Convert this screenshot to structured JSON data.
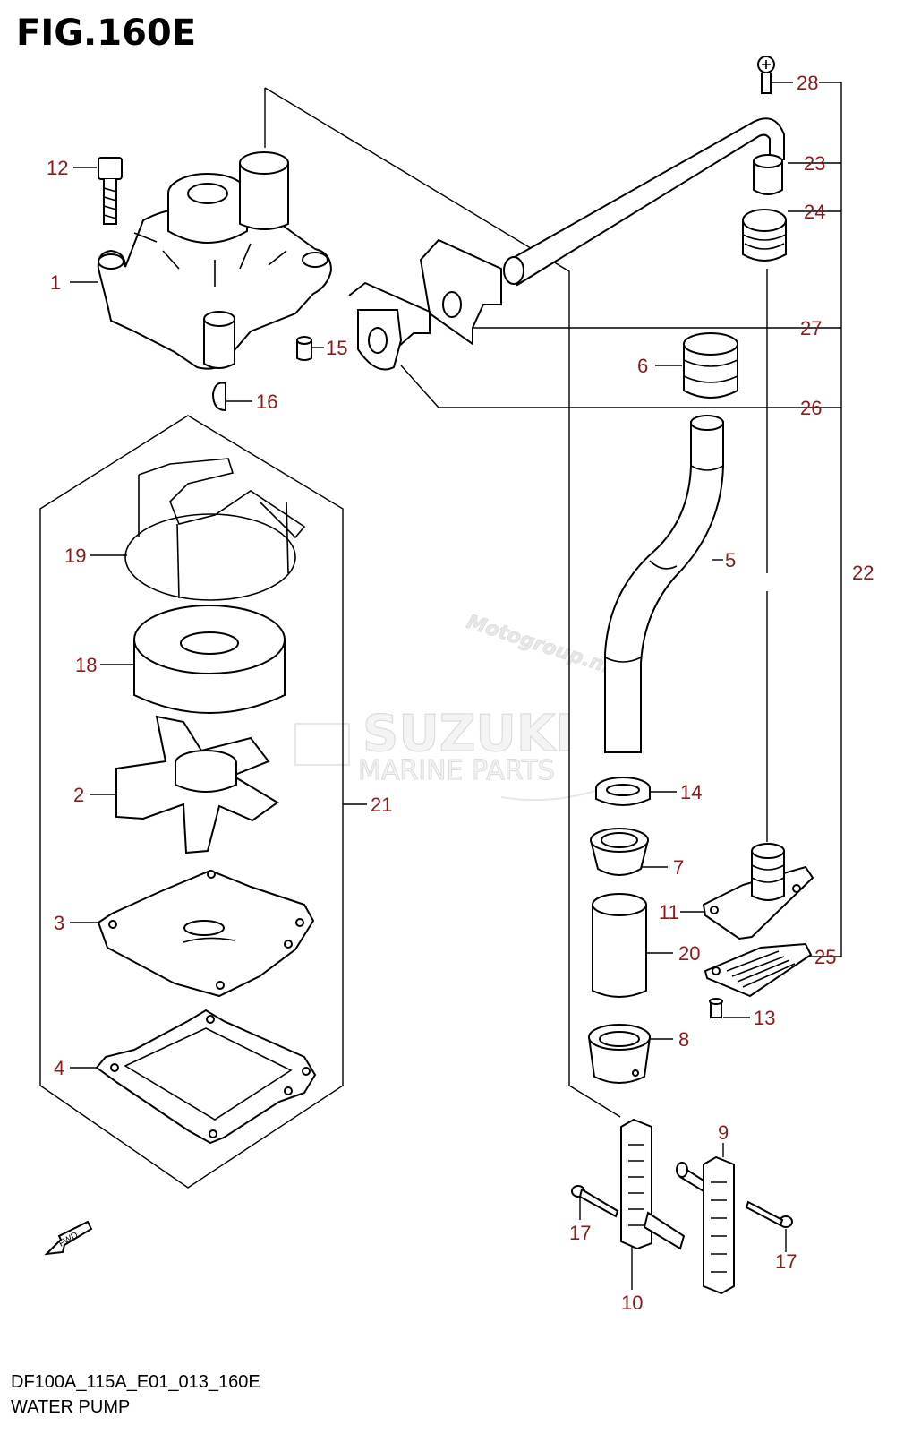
{
  "figure": {
    "title": "FIG.160E",
    "code": "DF100A_115A_E01_013_160E",
    "caption": "WATER PUMP"
  },
  "callouts": [
    "12",
    "1",
    "15",
    "16",
    "19",
    "18",
    "2",
    "21",
    "3",
    "4",
    "28",
    "23",
    "24",
    "27",
    "6",
    "26",
    "5",
    "22",
    "14",
    "7",
    "11",
    "20",
    "25",
    "13",
    "8",
    "9",
    "17",
    "10",
    "17"
  ],
  "fwd_label": "FWD",
  "watermark": {
    "line1": "Motogroup.nl",
    "line2": "SUZUKI",
    "line3": "MARINE PARTS"
  },
  "colors": {
    "callout": "#8b1a1a",
    "line": "#000000",
    "watermark": "#c8c8c8"
  }
}
